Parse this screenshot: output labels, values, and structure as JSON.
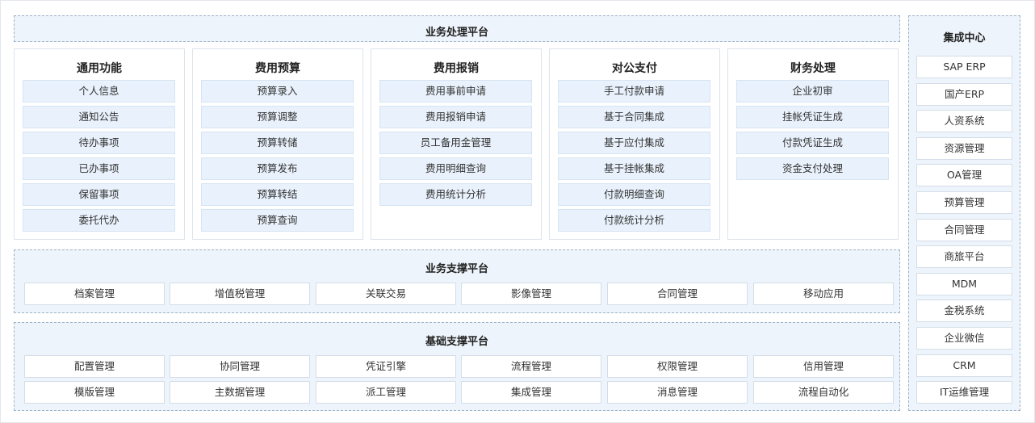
{
  "business_platform": {
    "title": "业务处理平台",
    "columns": [
      {
        "title": "通用功能",
        "items": [
          "个人信息",
          "通知公告",
          "待办事项",
          "已办事项",
          "保留事项",
          "委托代办"
        ]
      },
      {
        "title": "费用预算",
        "items": [
          "预算录入",
          "预算调整",
          "预算转储",
          "预算发布",
          "预算转结",
          "预算查询"
        ]
      },
      {
        "title": "费用报销",
        "items": [
          "费用事前申请",
          "费用报销申请",
          "员工备用金管理",
          "费用明细查询",
          "费用统计分析"
        ]
      },
      {
        "title": "对公支付",
        "items": [
          "手工付款申请",
          "基于合同集成",
          "基于应付集成",
          "基于挂帐集成",
          "付款明细查询",
          "付款统计分析"
        ]
      },
      {
        "title": "财务处理",
        "items": [
          "企业初审",
          "挂帐凭证生成",
          "付款凭证生成",
          "资金支付处理"
        ]
      }
    ]
  },
  "support_platform": {
    "title": "业务支撑平台",
    "items": [
      "档案管理",
      "增值税管理",
      "关联交易",
      "影像管理",
      "合同管理",
      "移动应用"
    ]
  },
  "base_platform": {
    "title": "基础支撑平台",
    "row1": [
      "配置管理",
      "协同管理",
      "凭证引擎",
      "流程管理",
      "权限管理",
      "信用管理"
    ],
    "row2": [
      "模版管理",
      "主数据管理",
      "派工管理",
      "集成管理",
      "消息管理",
      "流程自动化"
    ]
  },
  "integration_center": {
    "title": "集成中心",
    "items": [
      "SAP ERP",
      "国产ERP",
      "人资系统",
      "资源管理",
      "OA管理",
      "预算管理",
      "合同管理",
      "商旅平台",
      "MDM",
      "金税系统",
      "企业微信",
      "CRM",
      "IT运维管理"
    ]
  }
}
